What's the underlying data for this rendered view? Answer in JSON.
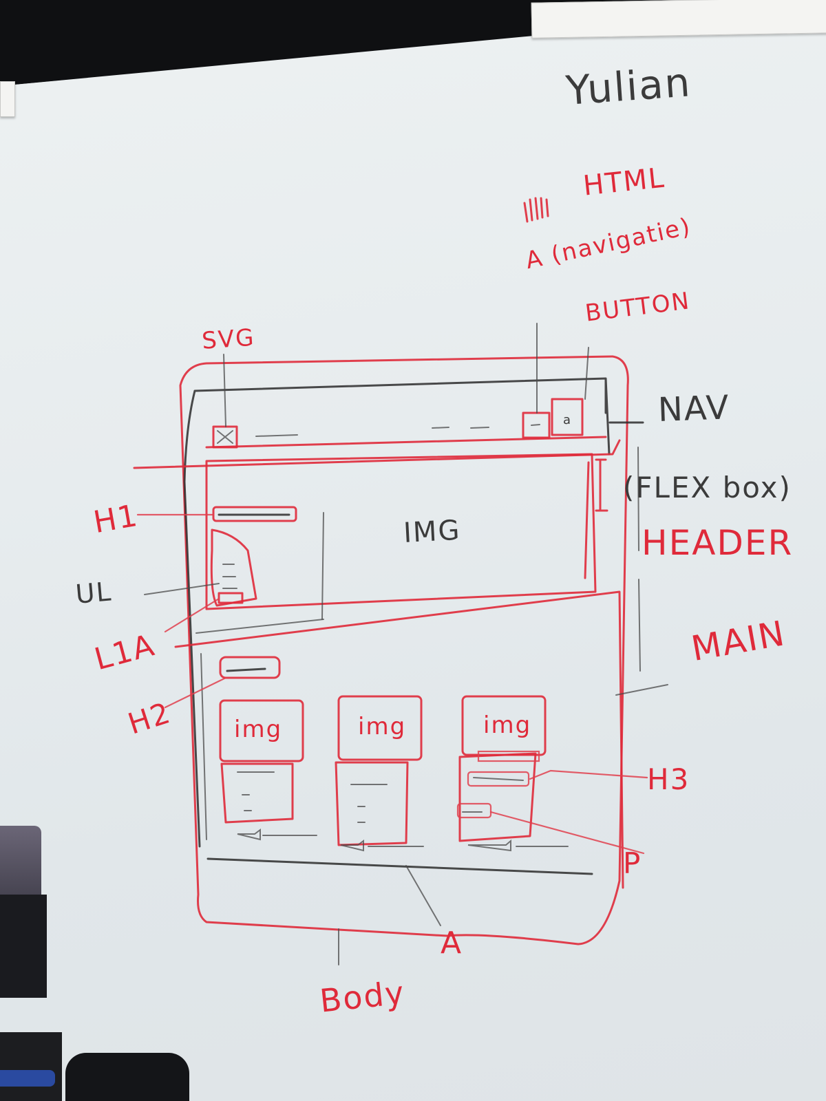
{
  "whiteboard": {
    "author": "Yulian",
    "notes": {
      "html": "HTML",
      "anchor_nav": "A (navigatie)",
      "button": "BUTTON",
      "svg": "SVG",
      "nav": "NAV",
      "flex_box": "(FLEX box)",
      "header": "HEADER",
      "img_large": "IMG",
      "h1": "H1",
      "ul": "UL",
      "li_a": "L1A",
      "main": "MAIN",
      "h2": "H2",
      "card_img": "img",
      "h3": "H3",
      "p": "P",
      "a": "A",
      "body": "Body"
    },
    "colors": {
      "red_marker": "#df2a3a",
      "black_marker": "#2c2c2c",
      "board": "#e7ecee"
    }
  }
}
